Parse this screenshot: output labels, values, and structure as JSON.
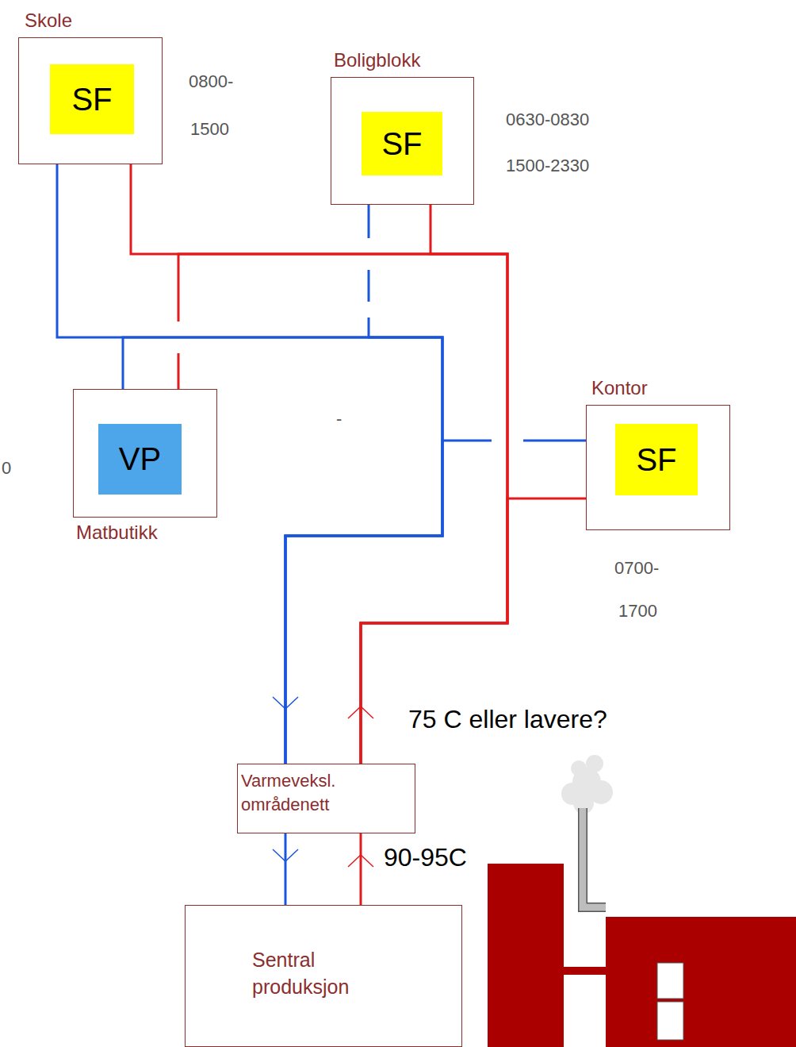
{
  "diagram": {
    "nodes": [
      {
        "text": [
          "Skole"
        ]
      },
      {
        "text": [
          "SF"
        ],
        "in": 0
      },
      {
        "text": [
          "Boligblokk"
        ]
      },
      {
        "text": [
          "SF"
        ],
        "in": 2
      },
      {
        "text": [
          "Matbutikk"
        ]
      },
      {
        "text": [
          "VP"
        ],
        "in": 4
      },
      {
        "text": [
          "Kontor"
        ]
      },
      {
        "text": [
          "SF"
        ],
        "in": 6
      },
      {
        "text": [
          "Varmeveksl. områdenett"
        ]
      },
      {
        "text": [
          "Sentral produksjon"
        ]
      }
    ],
    "edges": [
      {
        "from": 8,
        "to": 0,
        "arrow": "none"
      },
      {
        "from": 8,
        "to": 2,
        "arrow": "none"
      },
      {
        "from": 8,
        "to": 4,
        "arrow": "none"
      },
      {
        "from": 8,
        "to": 6,
        "arrow": "none"
      },
      {
        "from": 0,
        "to": 8,
        "arrow": "none"
      },
      {
        "from": 2,
        "to": 8,
        "arrow": "none"
      },
      {
        "from": 4,
        "to": 8,
        "arrow": "none"
      },
      {
        "from": 6,
        "to": 8,
        "arrow": "none"
      },
      {
        "from": 9,
        "to": 8,
        "arrow": "none"
      },
      {
        "from": 8,
        "to": 9,
        "arrow": "none"
      }
    ],
    "labels": [
      "0800-",
      "1500",
      "0630-0830",
      "1500-2330",
      "-",
      "0",
      "0700-",
      "1700",
      "75 C eller lavere?",
      "90-95C"
    ]
  }
}
